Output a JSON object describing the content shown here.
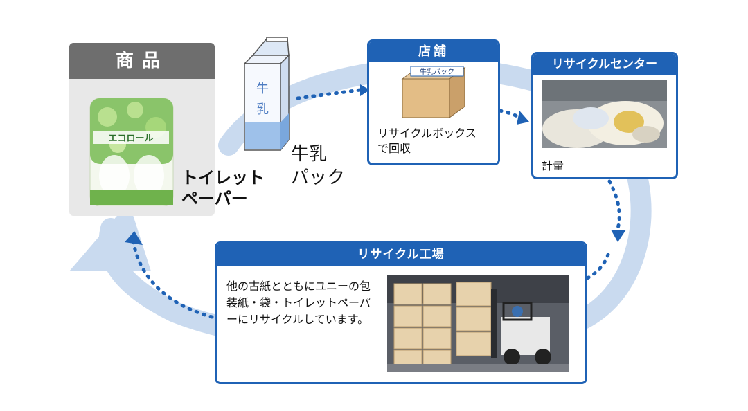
{
  "product": {
    "header": "商品",
    "label": "トイレット\nペーパー",
    "package_text": "エコロール"
  },
  "milk": {
    "label": "牛乳\nパック",
    "carton_text": "牛\n乳"
  },
  "store": {
    "header": "店舗",
    "box_text": "牛乳パック",
    "text": "リサイクルボックス\nで回収"
  },
  "center": {
    "header": "リサイクルセンター",
    "text": "計量"
  },
  "factory": {
    "header": "リサイクル工場",
    "text": "他の古紙とともにユニーの包装紙・袋・トイレットペーパーにリサイクルしています。"
  },
  "colors": {
    "flow": "#c5d7ef",
    "accent": "#1f62b5",
    "dots": "#1f62b5",
    "card_grey": "#e8e8e8"
  }
}
